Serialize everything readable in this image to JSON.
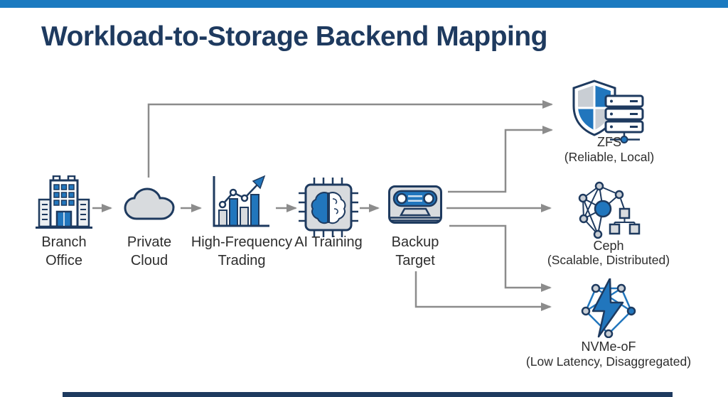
{
  "title": "Workload-to-Storage Backend Mapping",
  "workloads": [
    {
      "label": "Branch\nOffice",
      "icon": "building-icon"
    },
    {
      "label": "Private\nCloud",
      "icon": "cloud-icon"
    },
    {
      "label": "High-Frequency\nTrading",
      "icon": "bar-chart-trend-icon"
    },
    {
      "label": "AI Training",
      "icon": "chip-brain-icon"
    },
    {
      "label": "Backup\nTarget",
      "icon": "tape-cassette-icon"
    }
  ],
  "backends": [
    {
      "name": "ZFS",
      "qualities": "(Reliable, Local)",
      "icon": "shield-server-icon"
    },
    {
      "name": "Ceph",
      "qualities": "(Scalable, Distributed)",
      "icon": "network-cluster-icon"
    },
    {
      "name": "NVMe-oF",
      "qualities": "(Low Latency, Disaggregated)",
      "icon": "lightning-fabric-icon"
    }
  ],
  "flow_arrows": [
    {
      "from": "Branch Office",
      "to": "Private Cloud"
    },
    {
      "from": "Private Cloud",
      "to": "High-Frequency Trading"
    },
    {
      "from": "High-Frequency Trading",
      "to": "AI Training"
    },
    {
      "from": "AI Training",
      "to": "Backup Target"
    }
  ],
  "connections": [
    {
      "from": "Private Cloud",
      "to": "ZFS"
    },
    {
      "from": "Backup Target",
      "to": "ZFS"
    },
    {
      "from": "Backup Target",
      "to": "Ceph"
    },
    {
      "from": "Backup Target",
      "to": "NVMe-oF"
    },
    {
      "from": "Backup Target",
      "to": "NVMe-oF"
    }
  ],
  "colors": {
    "top_bar": "#1b7ac0",
    "bottom_bar": "#1e3a5f",
    "title_text": "#1e3a5f",
    "icon_outline": "#1e3a5f",
    "icon_blue": "#2176bd",
    "icon_gray_fill": "#d8dbde",
    "connector_gray": "#8c8c8c",
    "label_text": "#2d2d2d"
  }
}
